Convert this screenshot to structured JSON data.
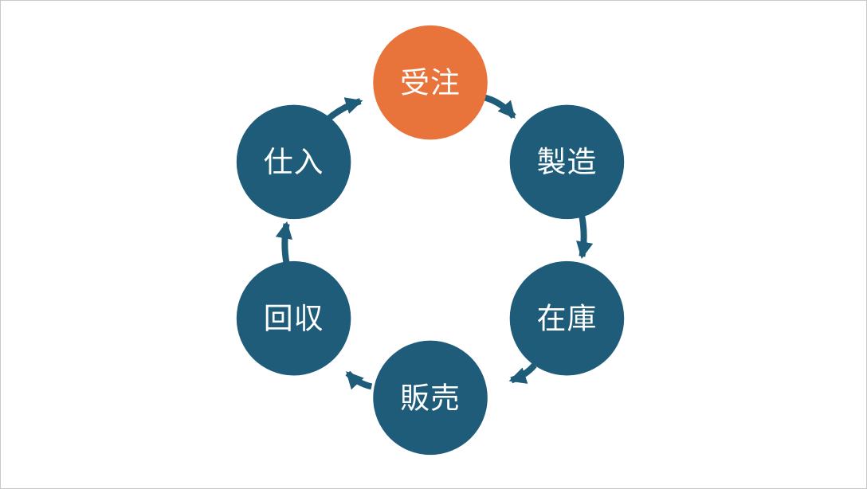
{
  "colors": {
    "node_default": "#1f5c7a",
    "node_highlight": "#e8743c",
    "arrow": "#1f5c7a",
    "label_text": "#ffffff",
    "canvas_background": "#ffffff",
    "canvas_border": "#c8c8c8"
  },
  "diagram": {
    "type": "cycle",
    "direction": "clockwise",
    "nodes": [
      {
        "label": "受注",
        "color": "#e8743c"
      },
      {
        "label": "製造",
        "color": "#1f5c7a"
      },
      {
        "label": "在庫",
        "color": "#1f5c7a"
      },
      {
        "label": "販売",
        "color": "#1f5c7a"
      },
      {
        "label": "回収",
        "color": "#1f5c7a"
      },
      {
        "label": "仕入",
        "color": "#1f5c7a"
      }
    ],
    "flow_sequence": [
      "受注",
      "製造",
      "在庫",
      "販売",
      "回収",
      "仕入",
      "受注"
    ]
  }
}
